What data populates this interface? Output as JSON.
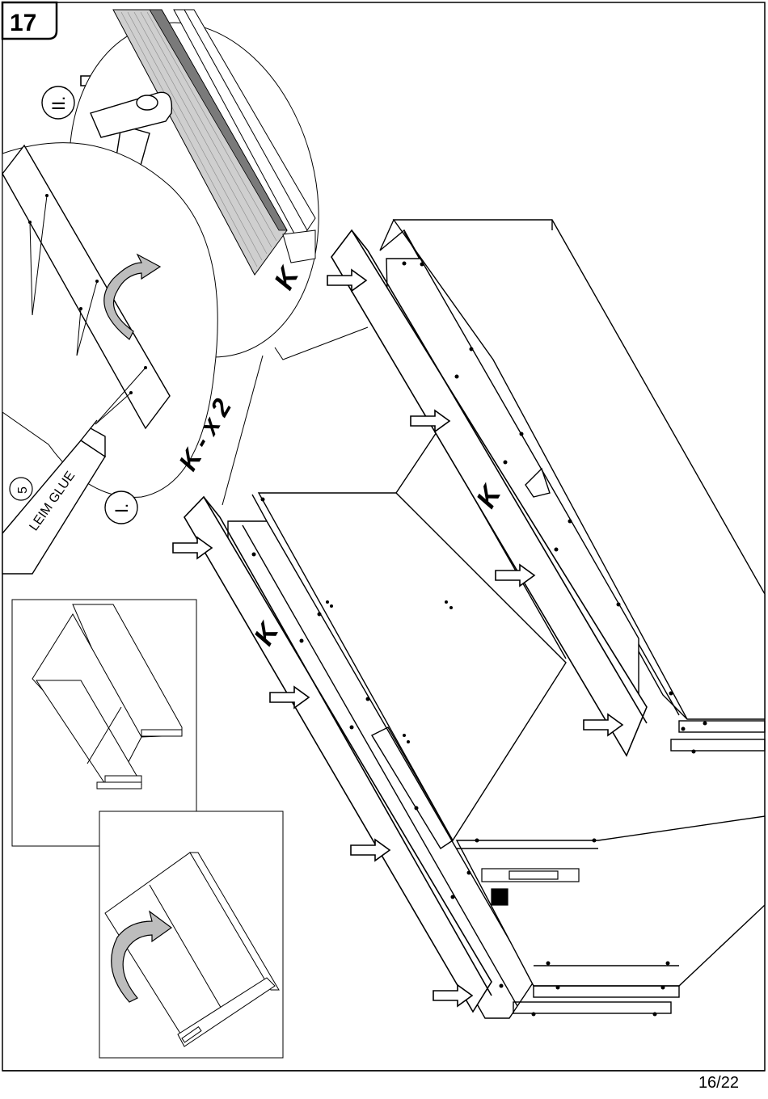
{
  "step": {
    "number": "17"
  },
  "labels": {
    "part": "K",
    "part_qty": "K - x 2",
    "substep_one": "I.",
    "substep_two": "II.",
    "tool_circle": "5",
    "glue_text": "LEIM GLUE"
  },
  "footer": {
    "page": "16/22"
  },
  "colors": {
    "line": "#000000",
    "background": "#ffffff",
    "shade": "#bdbdbd",
    "wood_stripe": "#7a7a7a"
  }
}
